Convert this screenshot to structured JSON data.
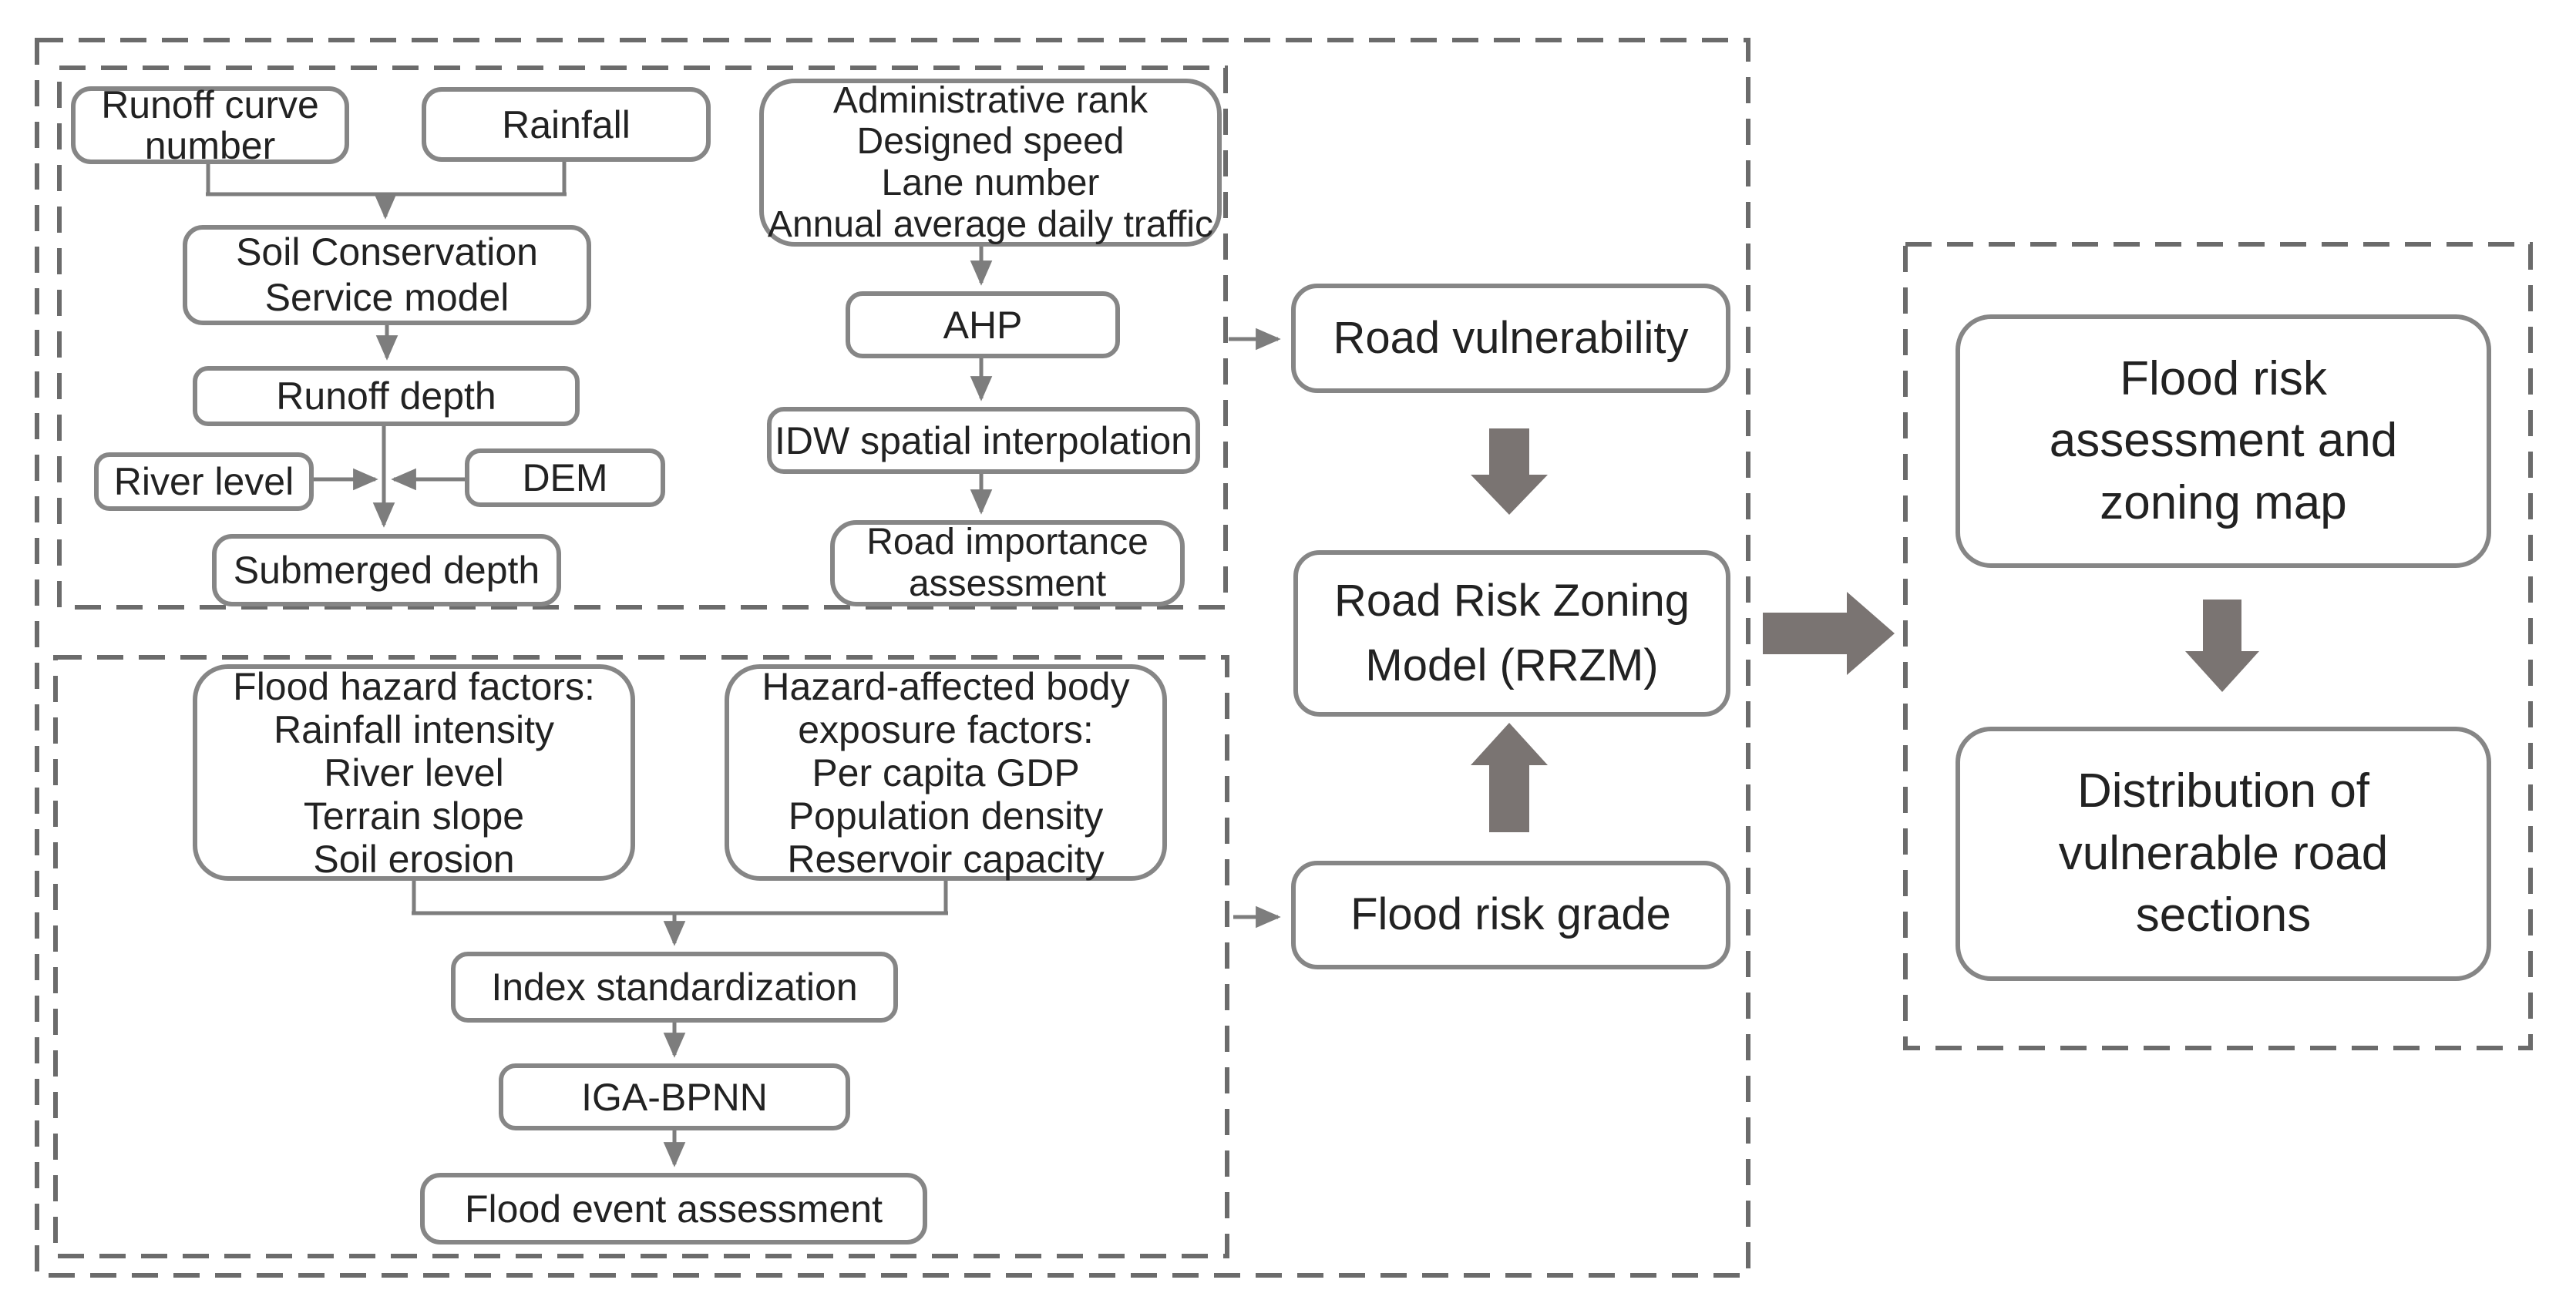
{
  "diagram": {
    "nodes": {
      "runoff_curve_number": "Runoff curve\nnumber",
      "rainfall": "Rainfall",
      "scs_model": "Soil Conservation\nService model",
      "runoff_depth": "Runoff depth",
      "river_level": "River level",
      "dem": "DEM",
      "submerged_depth": "Submerged depth",
      "road_factors": "Administrative rank\nDesigned speed\nLane number\nAnnual average daily traffic",
      "ahp": "AHP",
      "idw": "IDW spatial interpolation",
      "road_importance": "Road importance\nassessment",
      "flood_hazard_factors": "Flood hazard factors:\nRainfall intensity\nRiver level\nTerrain slope\nSoil erosion",
      "exposure_factors": "Hazard-affected body\nexposure factors:\nPer capita GDP\nPopulation density\nReservoir capacity",
      "index_standardization": "Index standardization",
      "iga_bpnn": "IGA-BPNN",
      "flood_event_assessment": "Flood event assessment",
      "road_vulnerability": "Road vulnerability",
      "rrzm": "Road Risk Zoning\nModel (RRZM)",
      "flood_risk_grade": "Flood risk grade",
      "flood_risk_map": "Flood risk\nassessment and\nzoning map",
      "distribution": "Distribution of\nvulnerable road\nsections"
    },
    "colors": {
      "box_border": "#868686",
      "dashed_border": "#6b6b6b",
      "connector_line": "#7d7d7d",
      "block_arrow": "#7a7472",
      "text": "#222222",
      "background": "#ffffff"
    }
  }
}
